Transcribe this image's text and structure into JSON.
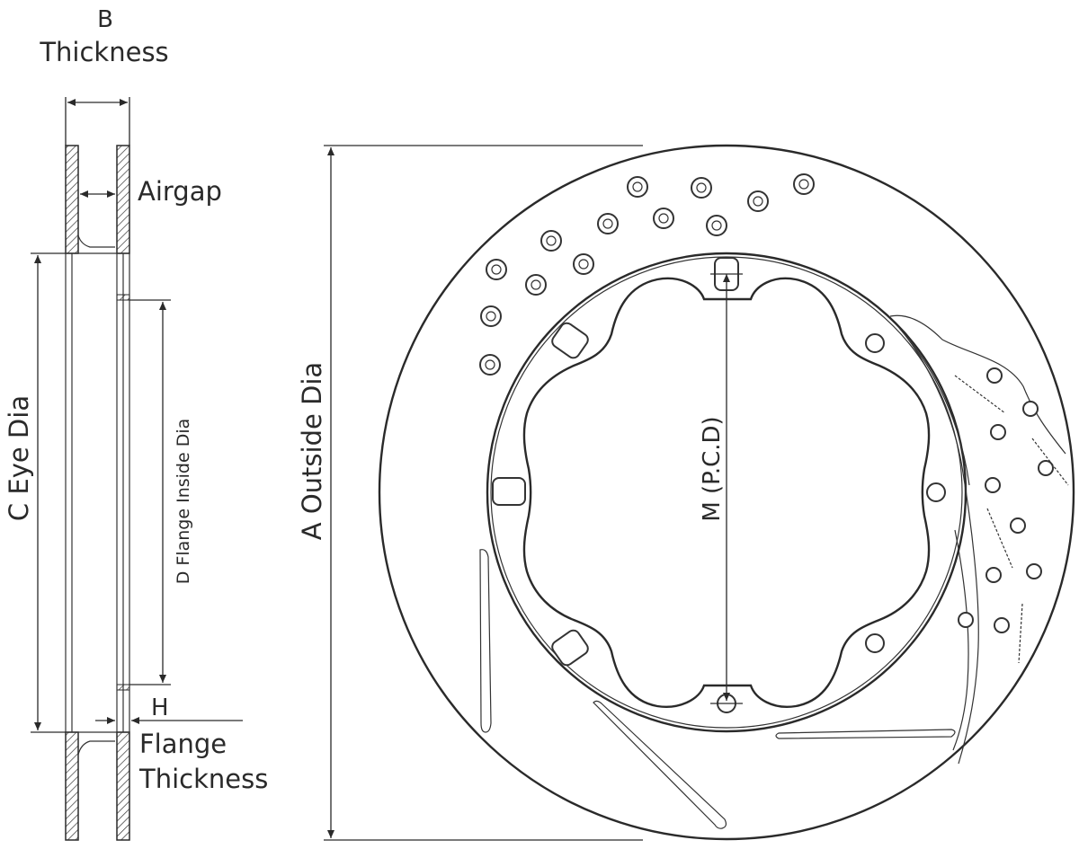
{
  "labels": {
    "b_letter": "B",
    "b_text": "Thickness",
    "airgap": "Airgap",
    "c_text": "C  Eye Dia",
    "d_text": "D Flange Inside Dia",
    "h_letter": "H",
    "flange_line1": "Flange",
    "flange_line2": "Thickness",
    "a_text": "A  Outside Dia",
    "m_text": "M (P.C.D)"
  },
  "colors": {
    "line": "#2a2a2a",
    "background": "#ffffff"
  }
}
